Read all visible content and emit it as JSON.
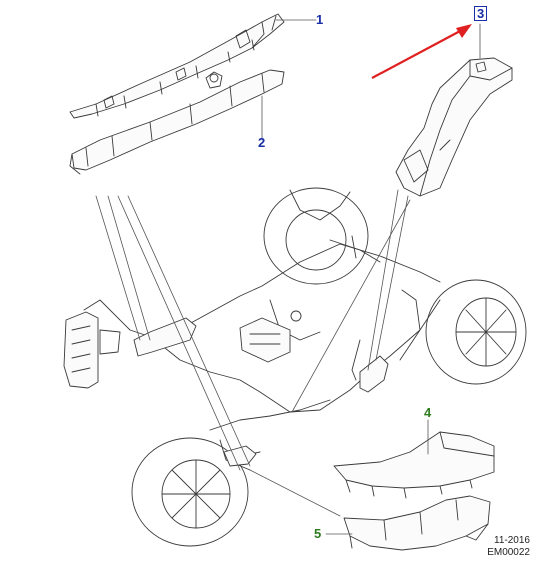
{
  "callouts": [
    {
      "id": "1",
      "label": "1",
      "color": "#1a2ea8"
    },
    {
      "id": "2",
      "label": "2",
      "color": "#1a2ea8"
    },
    {
      "id": "3",
      "label": "3",
      "color": "#1a2ea8",
      "highlighted": true
    },
    {
      "id": "4",
      "label": "4",
      "color": "#2e7d1f"
    },
    {
      "id": "5",
      "label": "5",
      "color": "#2e7d1f"
    }
  ],
  "footer": {
    "date": "11-2016",
    "code": "EM00022"
  },
  "colors": {
    "line_art": "#3a3a3a",
    "leader": "#555555",
    "arrow": "#e02020"
  }
}
